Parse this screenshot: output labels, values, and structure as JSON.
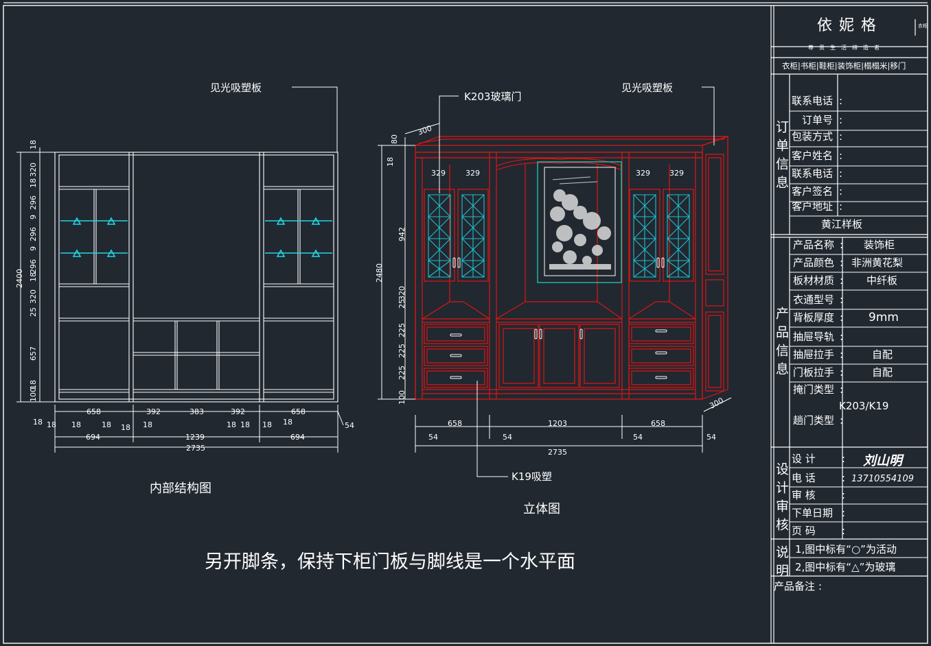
{
  "colors": {
    "background": "#212830",
    "line": "#ffffff",
    "red": "#e01414",
    "cyan": "#20d8e6"
  },
  "brand": {
    "name": "依妮格",
    "slogan": "尊贵生活缔造者",
    "seal": "衣柜",
    "products": "衣柜|书柜|鞋柜|装饰柜|榻榻米|移门"
  },
  "left_view": {
    "caption": "内部结构图",
    "callout": "见光吸塑板",
    "vertical_dims": [
      "18",
      "320",
      "18",
      "296",
      "9",
      "296",
      "9",
      "296",
      "18",
      "320",
      "25",
      "657",
      "18",
      "100"
    ],
    "total_height": "2400",
    "bottom_dims": [
      "658",
      "392",
      "383",
      "392",
      "658"
    ],
    "small_dims": [
      "18",
      "18",
      "18",
      "18",
      "18",
      "18",
      "18",
      "18",
      "18",
      "18"
    ],
    "end_dim": "54",
    "section_dims": [
      "694",
      "1239",
      "694"
    ],
    "total_width": "2735"
  },
  "right_view": {
    "caption": "立体图",
    "callout_glass": "K203玻璃门",
    "callout_panel": "见光吸塑板",
    "callout_k19": "K19吸塑",
    "depth_top": "300",
    "depth_bottom": "300",
    "top_dims": [
      "80",
      "18"
    ],
    "vertical_dims": [
      "942",
      "25",
      "320",
      "225",
      "225",
      "225",
      "100"
    ],
    "total_height": "2480",
    "shelf_dims": [
      "329",
      "329",
      "329",
      "329"
    ],
    "bottom_dims": [
      "658",
      "1203",
      "658"
    ],
    "foot_dims": [
      "54",
      "54",
      "54",
      "54"
    ],
    "total_width": "2735"
  },
  "note": "另开脚条，保持下柜门板与脚线是一个水平面",
  "order_info": {
    "section_label": "订单信息",
    "rows": [
      {
        "label": "联系电话",
        "value": ""
      },
      {
        "label": "订单号",
        "value": ""
      },
      {
        "label": "包装方式",
        "value": ""
      },
      {
        "label": "客户姓名",
        "value": ""
      },
      {
        "label": "联系电话",
        "value": ""
      },
      {
        "label": "客户签名",
        "value": ""
      },
      {
        "label": "客户地址",
        "value": ""
      }
    ],
    "address": "黄江样板"
  },
  "product_info": {
    "section_label": "产品信息",
    "rows": [
      {
        "label": "产品名称",
        "value": "装饰柜"
      },
      {
        "label": "产品颜色",
        "value": "非洲黄花梨"
      },
      {
        "label": "板材材质",
        "value": "中纤板"
      },
      {
        "label": "衣通型号",
        "value": ""
      },
      {
        "label": "背板厚度",
        "value": "9mm"
      },
      {
        "label": "抽屉导轨",
        "value": ""
      },
      {
        "label": "抽屉拉手",
        "value": "自配"
      },
      {
        "label": "门板拉手",
        "value": "自配"
      },
      {
        "label": "掩门类型",
        "value": "K203/K19"
      },
      {
        "label": "趟门类型",
        "value": ""
      }
    ]
  },
  "design_review": {
    "section_label": "设计审核",
    "rows": [
      {
        "label": "设    计",
        "value": "",
        "signature": "刘山明"
      },
      {
        "label": "电    话",
        "value": "13710554109"
      },
      {
        "label": "审    核",
        "value": ""
      },
      {
        "label": "下单日期",
        "value": ""
      },
      {
        "label": "页    码",
        "value": ""
      }
    ]
  },
  "notes_block": {
    "section_label": "说明",
    "line1": "1,图中标有“○”为活动",
    "line2": "2,图中标有“△”为玻璃"
  },
  "remark_label": "产品备注"
}
